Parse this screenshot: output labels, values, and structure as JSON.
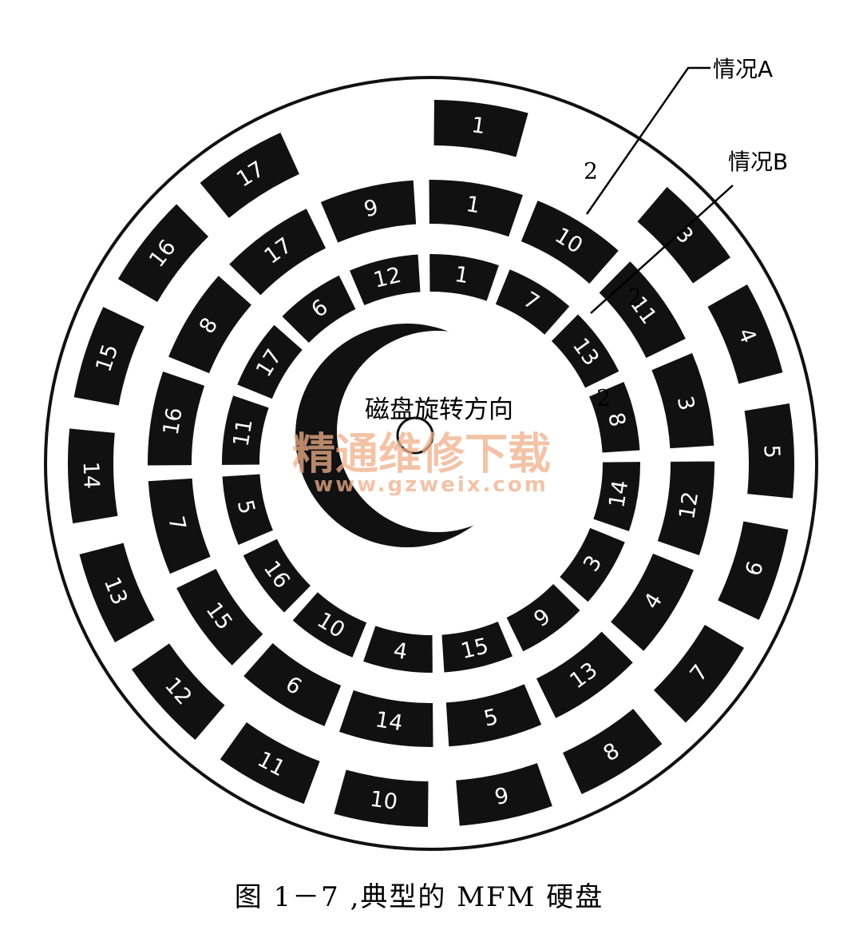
{
  "callouts": {
    "case_a": "情况A",
    "case_b": "情况B"
  },
  "gap_labels": {
    "gap_a": "2",
    "gap_b": "2",
    "gap_c": "2"
  },
  "center_label": "磁盘旋转方向",
  "watermark": {
    "title": "精通维修下载",
    "url": "www.gzweix.com"
  },
  "caption": "图 1－7 ,典型的 MFM 硬盘",
  "tracks": {
    "outer": {
      "sectors": [
        "1",
        "3",
        "4",
        "5",
        "6",
        "7",
        "8",
        "9",
        "10",
        "11",
        "12",
        "13",
        "14",
        "15",
        "16",
        "17"
      ],
      "note": "sector 2 is absent on this track"
    },
    "middle": {
      "sectors": [
        "1",
        "10",
        "11",
        "3",
        "12",
        "4",
        "13",
        "5",
        "14",
        "6",
        "15",
        "7",
        "16",
        "8",
        "17",
        "9"
      ]
    },
    "inner": {
      "sectors": [
        "1",
        "7",
        "13",
        "8",
        "14",
        "3",
        "9",
        "15",
        "4",
        "10",
        "16",
        "5",
        "11",
        "17",
        "6",
        "12"
      ]
    }
  },
  "colors": {
    "sector_fill": "#111111",
    "sector_text": "#ffffff",
    "watermark": "#f0b08a"
  }
}
